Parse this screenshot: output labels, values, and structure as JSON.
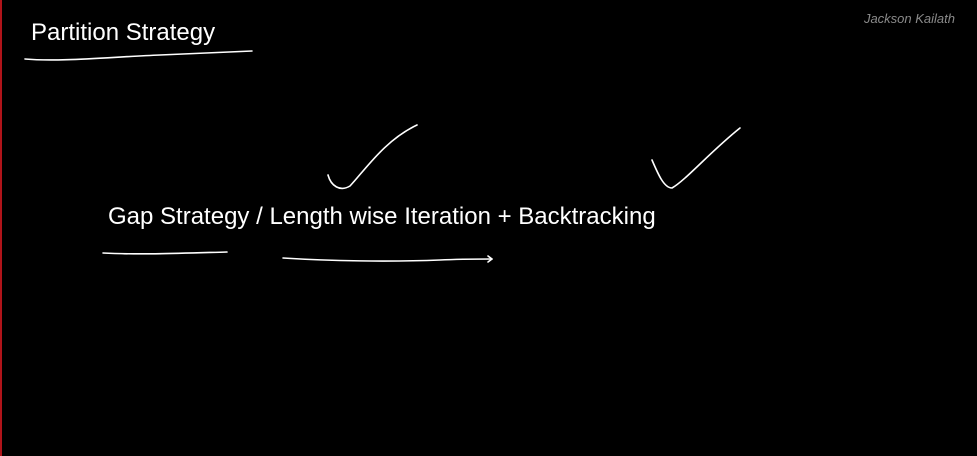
{
  "slide": {
    "title": "Partition Strategy",
    "author": "Jackson Kailath",
    "main_line": {
      "part1": "Gap Strategy",
      "separator": " / ",
      "part2": "Length wise Iteration",
      "joiner": " + ",
      "part3": "Backtracking"
    }
  },
  "colors": {
    "background": "#000000",
    "text": "#ffffff",
    "author": "#8a8a8a",
    "ink": "#ffffff",
    "edge": "#b0141a"
  }
}
